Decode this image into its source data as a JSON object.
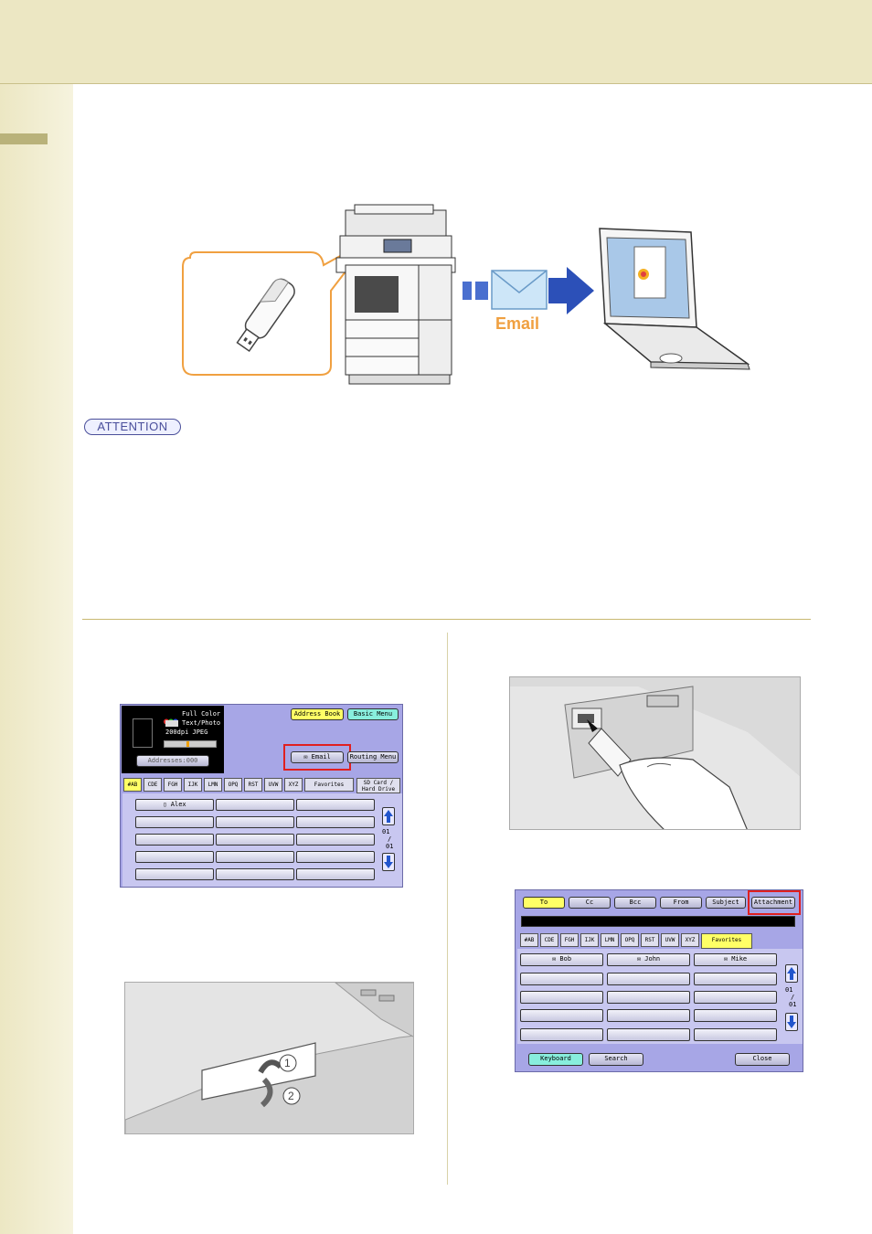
{
  "attention_label": "ATTENTION",
  "email_label": "Email",
  "screen1": {
    "status_lines": [
      "Full Color",
      "Text/Photo",
      "200dpi JPEG"
    ],
    "address_book": "Address Book",
    "basic_menu": "Basic Menu",
    "addresses": "Addresses:000",
    "email": "Email",
    "routing_menu": "Routing Menu",
    "tabs": [
      "#AB",
      "CDE",
      "FGH",
      "IJK",
      "LMN",
      "OPQ",
      "RST",
      "UVW",
      "XYZ",
      "Favorites"
    ],
    "sd_card": "SD Card /",
    "hard_drive": "Hard Drive",
    "first_entry": "Alex",
    "page_top": "01",
    "page_sep": "/",
    "page_bottom": "01"
  },
  "screen2": {
    "fields": [
      "To",
      "Cc",
      "Bcc",
      "From",
      "Subject",
      "Attachment"
    ],
    "tabs": [
      "#AB",
      "CDE",
      "FGH",
      "IJK",
      "LMN",
      "OPQ",
      "RST",
      "UVW",
      "XYZ",
      "Favorites"
    ],
    "entries": [
      "Bob",
      "John",
      "Mike"
    ],
    "keyboard": "Keyboard",
    "search": "Search",
    "close": "Close",
    "page_top": "01",
    "page_sep": "/",
    "page_bottom": "01"
  },
  "callouts": [
    "1",
    "2"
  ],
  "colors": {
    "accent_orange": "#f0a040",
    "email_blue": "#2c50b8",
    "highlight_red": "#e02020",
    "panel_purple": "#a7a6e6"
  }
}
